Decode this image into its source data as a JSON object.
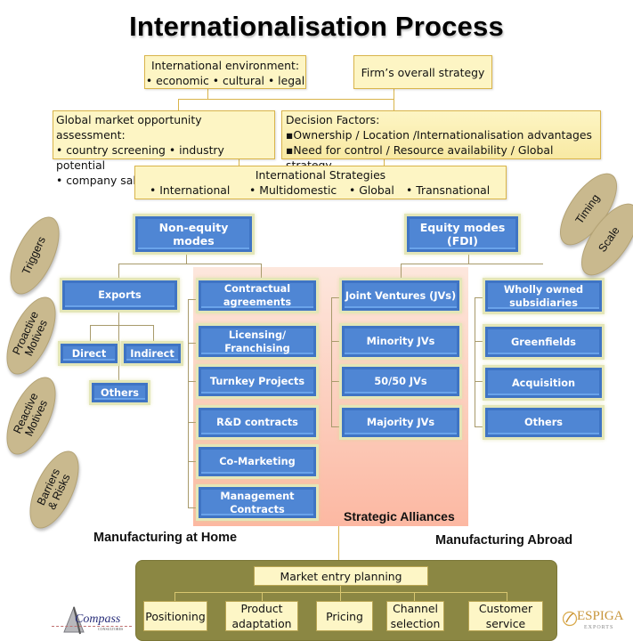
{
  "title": "Internationalisation Process",
  "top": {
    "environment": {
      "line1": "International environment:",
      "line2": "• economic • cultural • legal"
    },
    "firm_strategy": "Firm’s overall strategy",
    "assessment": {
      "line1": "Global market opportunity assessment:",
      "line2": "• country screening • industry potential",
      "line3": "• company sales potential"
    },
    "decision_factors": {
      "line1": "Decision Factors:",
      "line2": "▪Ownership / Location /Internationalisation advantages",
      "line3": "▪Need for control / Resource availability / Global strategy"
    },
    "strategies": {
      "heading": "International Strategies",
      "items": [
        "• International",
        "• Multidomestic",
        "• Global",
        "• Transnational"
      ]
    }
  },
  "ovals": {
    "left": [
      "Triggers",
      "Proactive Motives",
      "Reactive Motives",
      "Barriers & Risks"
    ],
    "right": [
      "Timing",
      "Scale"
    ]
  },
  "non_equity": {
    "label": "Non-equity modes",
    "exports": {
      "label": "Exports",
      "direct": "Direct",
      "indirect": "Indirect",
      "others": "Others"
    },
    "contractual": {
      "label": "Contractual agreements",
      "items": [
        "Licensing/ Franchising",
        "Turnkey Projects",
        "R&D contracts",
        "Co-Marketing",
        "Management Contracts"
      ]
    }
  },
  "equity": {
    "label": "Equity modes (FDI)",
    "jv": {
      "label": "Joint Ventures (JVs)",
      "items": [
        "Minority JVs",
        "50/50 JVs",
        "Majority JVs"
      ]
    },
    "wholly_owned": {
      "label": "Wholly owned subsidiaries",
      "items": [
        "Greenfields",
        "Acquisition",
        "Others"
      ]
    }
  },
  "strategic_alliances": "Strategic Alliances",
  "manufacturing_home": "Manufacturing at Home",
  "manufacturing_abroad": "Manufacturing Abroad",
  "market_entry": {
    "label": "Market entry planning",
    "items": [
      "Positioning",
      "Product adaptation",
      "Pricing",
      "Channel selection",
      "Customer service"
    ]
  },
  "logos": {
    "left": "Compass",
    "left_sub": "CONSULTORES",
    "right": "ESPIGA",
    "right_sub": "EXPORTS"
  }
}
